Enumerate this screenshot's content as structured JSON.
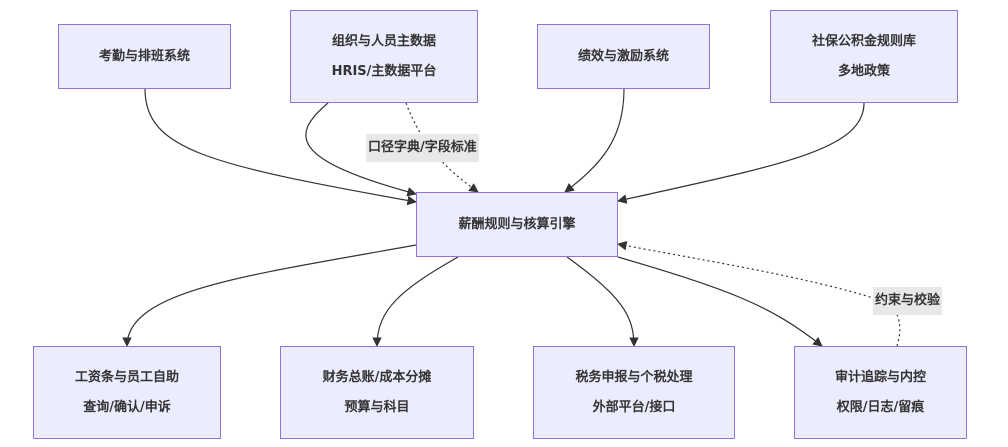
{
  "diagram": {
    "type": "flowchart",
    "nodes": {
      "attendance": {
        "lines": [
          "考勤与排班系统"
        ]
      },
      "org": {
        "lines": [
          "组织与人员主数据",
          "HRIS/主数据平台"
        ]
      },
      "performance": {
        "lines": [
          "绩效与激励系统"
        ]
      },
      "social": {
        "lines": [
          "社保公积金规则库",
          "多地政策"
        ]
      },
      "engine": {
        "lines": [
          "薪酬规则与核算引擎"
        ]
      },
      "payslip": {
        "lines": [
          "工资条与员工自助",
          "查询/确认/申诉"
        ]
      },
      "finance": {
        "lines": [
          "财务总账/成本分摊",
          "预算与科目"
        ]
      },
      "tax": {
        "lines": [
          "税务申报与个税处理",
          "外部平台/接口"
        ]
      },
      "audit": {
        "lines": [
          "审计追踪与内控",
          "权限/日志/留痕"
        ]
      }
    },
    "edges": [
      {
        "from": "attendance",
        "to": "engine",
        "style": "solid"
      },
      {
        "from": "org",
        "to": "engine",
        "style": "solid"
      },
      {
        "from": "org",
        "to": "engine",
        "style": "dotted",
        "label": "口径字典/字段标准"
      },
      {
        "from": "performance",
        "to": "engine",
        "style": "solid"
      },
      {
        "from": "social",
        "to": "engine",
        "style": "solid"
      },
      {
        "from": "engine",
        "to": "payslip",
        "style": "solid"
      },
      {
        "from": "engine",
        "to": "finance",
        "style": "solid"
      },
      {
        "from": "engine",
        "to": "tax",
        "style": "solid"
      },
      {
        "from": "engine",
        "to": "audit",
        "style": "solid"
      },
      {
        "from": "audit",
        "to": "engine",
        "style": "dotted",
        "label": "约束与校验"
      }
    ],
    "colors": {
      "node_fill": "#ececff",
      "node_border": "#9370db",
      "edge": "#333333",
      "label_bg": "#e8e8e8"
    }
  }
}
